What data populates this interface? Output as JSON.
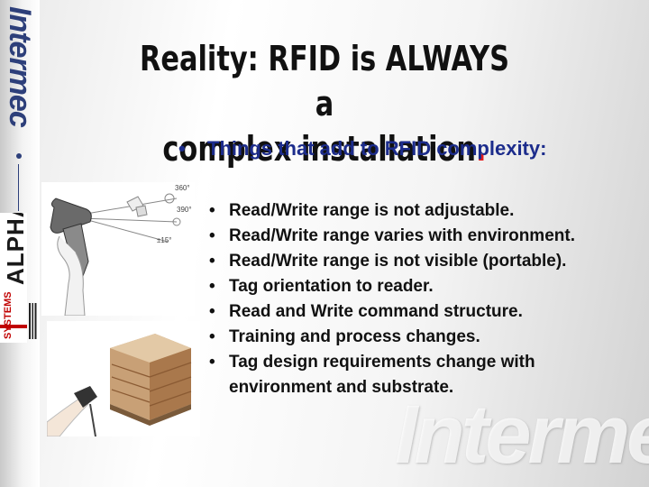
{
  "brand": {
    "company": "Intermec",
    "partner": "ALPHA SYSTEMS",
    "watermark": "Intermec"
  },
  "slide": {
    "title_line1": "Reality:  RFID is ALWAYS a",
    "title_line2": "complex installation",
    "title_end": "."
  },
  "content": {
    "main_bullet": "Things that add to RFID complexity:",
    "sub_bullets": [
      "Read/Write range is not adjustable.",
      "Read/Write range varies with environment.",
      "Read/Write range is not visible (portable).",
      "Tag orientation to reader.",
      "Read and Write command structure.",
      "Training and process changes.",
      "Tag design requirements change with environment and substrate."
    ]
  },
  "diagram": {
    "label_a": "360°",
    "label_b": "390°",
    "label_c": "±15°"
  },
  "colors": {
    "title": "#111111",
    "bullet_blue": "#1c2c8c",
    "accent_red": "#e31b1b",
    "brand_navy": "#2d3f7a"
  }
}
